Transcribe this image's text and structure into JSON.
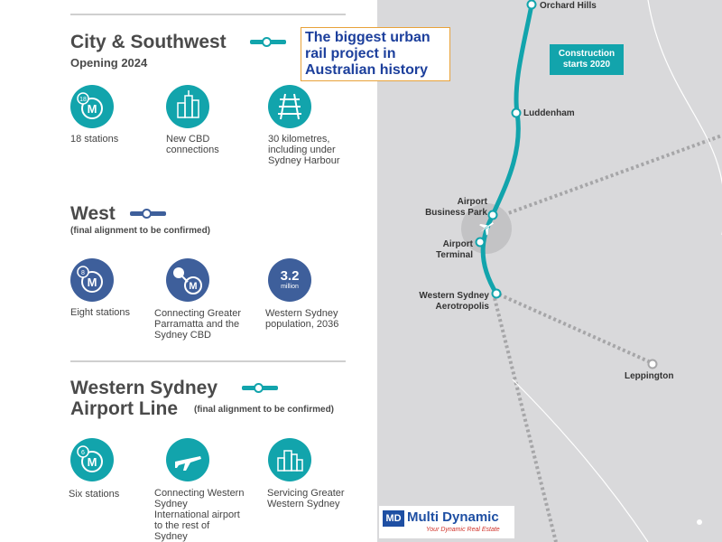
{
  "colors": {
    "teal": "#12a4ac",
    "navy": "#3e5f9b",
    "callout_text": "#1c3f9c",
    "map_bg": "#d9d9db"
  },
  "callout": {
    "text": "The biggest urban rail project in Australian history"
  },
  "city_southwest": {
    "title": "City & Southwest",
    "subtitle": "Opening 2024",
    "features": [
      {
        "icon": "metro-stations-icon",
        "badge": "18",
        "text": "18 stations"
      },
      {
        "icon": "city-buildings-icon",
        "text": "New CBD connections"
      },
      {
        "icon": "rail-track-icon",
        "text": "30 kilometres, including under Sydney Harbour"
      }
    ]
  },
  "west": {
    "title": "West",
    "subtitle": "(final alignment to be confirmed)",
    "features": [
      {
        "icon": "metro-stations-icon",
        "badge": "8",
        "text": "Eight stations"
      },
      {
        "icon": "metro-connection-icon",
        "text": "Connecting Greater Parramatta and the Sydney CBD"
      },
      {
        "icon": "population-stat-icon",
        "value": "3.2",
        "unit": "million",
        "text": "Western Sydney population, 2036"
      }
    ]
  },
  "airport_line": {
    "title_line1": "Western Sydney",
    "title_line2": "Airport Line",
    "subtitle": "(final alignment to be confirmed)",
    "features": [
      {
        "icon": "metro-stations-icon",
        "badge": "6",
        "text": "Six stations"
      },
      {
        "icon": "airplane-icon",
        "text": "Connecting Western Sydney International airport to the rest of Sydney"
      },
      {
        "icon": "city-buildings-icon",
        "text": "Servicing Greater Western Sydney"
      }
    ]
  },
  "map": {
    "construction_badge": "Construction starts 2020",
    "stations": {
      "orchard_hills": "Orchard Hills",
      "luddenham": "Luddenham",
      "airport_business_park": "Airport Business Park",
      "airport_terminal": "Airport Terminal",
      "aerotropolis": "Western Sydney Aerotropolis",
      "leppington": "Leppington"
    }
  },
  "logo": {
    "mark": "MD",
    "brand": "Multi Dynamic",
    "tagline": "Your Dynamic Real Estate"
  }
}
